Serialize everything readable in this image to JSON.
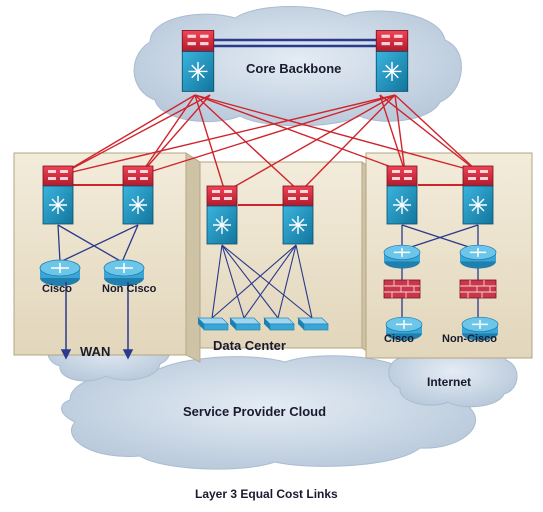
{
  "labels": {
    "core_backbone": "Core Backbone",
    "cisco_left": "Cisco",
    "non_cisco_left": "Non Cisco",
    "wan": "WAN",
    "data_center": "Data Center",
    "cisco_right": "Cisco",
    "non_cisco_right": "Non-Cisco",
    "internet": "Internet",
    "service_provider_cloud": "Service Provider Cloud",
    "caption": "Layer 3 Equal Cost Links"
  },
  "colors": {
    "cloud": "#c9d6e4",
    "panel": "#ede4cf",
    "panel_side": "#cfc3a6",
    "link_red": "#d0242c",
    "link_blue": "#2a3a8c",
    "switch_top": "#d8263a",
    "switch_body": "#1f9ac4",
    "router": "#3aa6d6",
    "firewall": "#c8384a",
    "dc_switch": "#5bb6df"
  },
  "icons": [
    "switch-icon",
    "router-icon",
    "firewall-icon",
    "server-switch-icon",
    "cloud-icon"
  ]
}
